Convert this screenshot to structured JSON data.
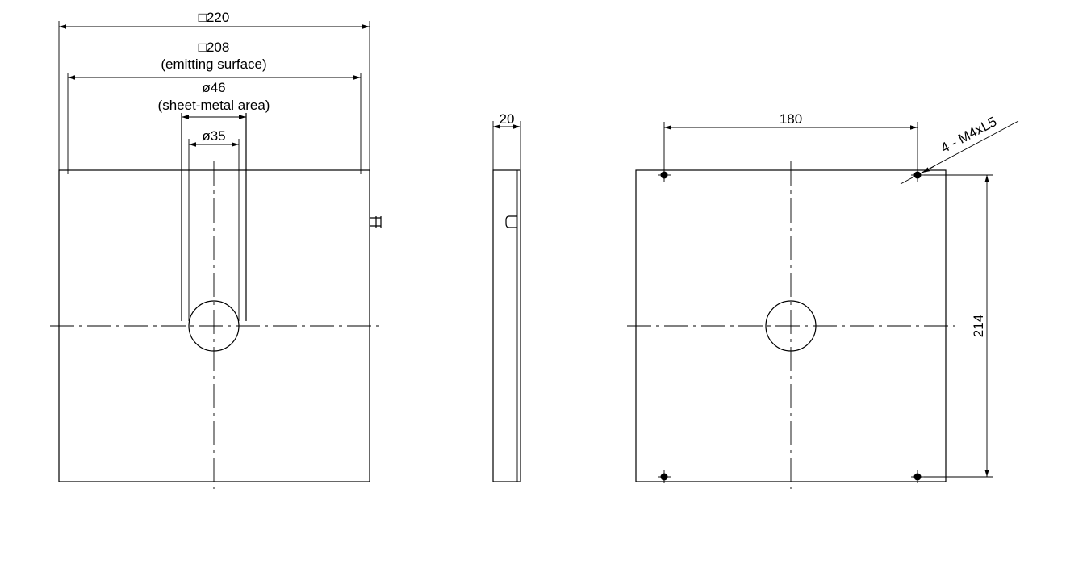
{
  "front_view": {
    "outer_size": "□220",
    "emitting_size": "□208",
    "emitting_note": "(emitting surface)",
    "sheet_dia": "ø46",
    "sheet_note": "(sheet-metal area)",
    "bore_dia": "ø35"
  },
  "side_view": {
    "thickness": "20"
  },
  "back_view": {
    "hole_spacing_h": "180",
    "hole_spacing_v": "214",
    "hole_callout": "4 - M4xL5"
  }
}
